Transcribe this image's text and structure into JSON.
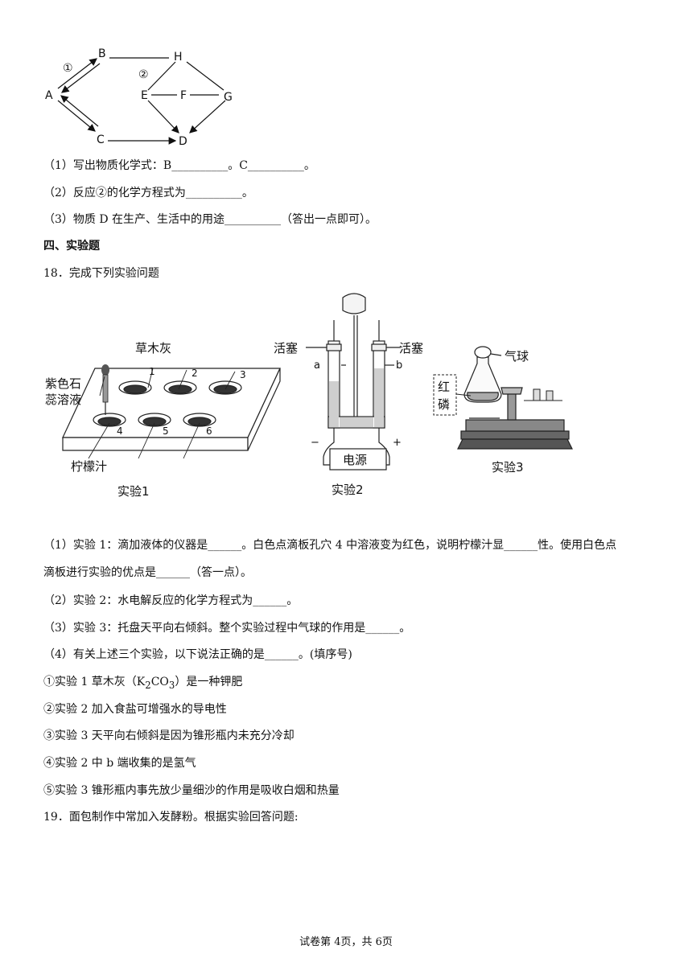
{
  "diagram_top": {
    "nodes": {
      "A": "A",
      "B": "B",
      "C": "C",
      "D": "D",
      "E": "E",
      "F": "F",
      "G": "G",
      "H": "H"
    },
    "labels": {
      "r1": "①",
      "r2": "②"
    }
  },
  "q17": {
    "p1": "（1）写出物质化学式：B__________。C__________。",
    "p2": "（2）反应②的化学方程式为__________。",
    "p3": "（3）物质 D 在生产、生活中的用途__________（答出一点即可）。"
  },
  "section4": "四、实验题",
  "q18": {
    "title": "18．完成下列实验问题",
    "exp1": {
      "grass_ash": "草木灰",
      "litmus_line1": "紫色石",
      "litmus_line2": "蕊溶液",
      "lemon": "柠檬汁",
      "wells": [
        "1",
        "2",
        "3",
        "4",
        "5",
        "6"
      ],
      "caption": "实验1"
    },
    "exp2": {
      "stopcock_left": "活塞",
      "stopcock_right": "活塞",
      "a": "a",
      "b": "b",
      "minus": "−",
      "plus": "+",
      "power": "电源",
      "caption": "实验2"
    },
    "exp3": {
      "balloon": "气球",
      "red_char1": "红",
      "red_char2": "磷",
      "caption": "实验3"
    },
    "p1a": "（1）实验 1：滴加液体的仪器是______。白色点滴板孔穴 4 中溶液变为红色，说明柠檬汁显______性。使用白色点",
    "p1b": "滴板进行实验的优点是______（答一点）。",
    "p2": "（2）实验 2：水电解反应的化学方程式为______。",
    "p3": "（3）实验 3：托盘天平向右倾斜。整个实验过程中气球的作用是______。",
    "p4": "（4）有关上述三个实验，以下说法正确的是______。(填序号)",
    "o1a": "①实验 1 草木灰（K",
    "o1sub1": "2",
    "o1mid": "CO",
    "o1sub2": "3",
    "o1b": "）是一种钾肥",
    "o2": "②实验 2 加入食盐可增强水的导电性",
    "o3": "③实验 3 天平向右倾斜是因为锥形瓶内未充分冷却",
    "o4": "④实验 2 中 b 端收集的是氢气",
    "o5": "⑤实验 3 锥形瓶内事先放少量细沙的作用是吸收白烟和热量"
  },
  "q19": "19．面包制作中常加入发酵粉。根据实验回答问题:",
  "footer": "试卷第 4页，共 6页"
}
